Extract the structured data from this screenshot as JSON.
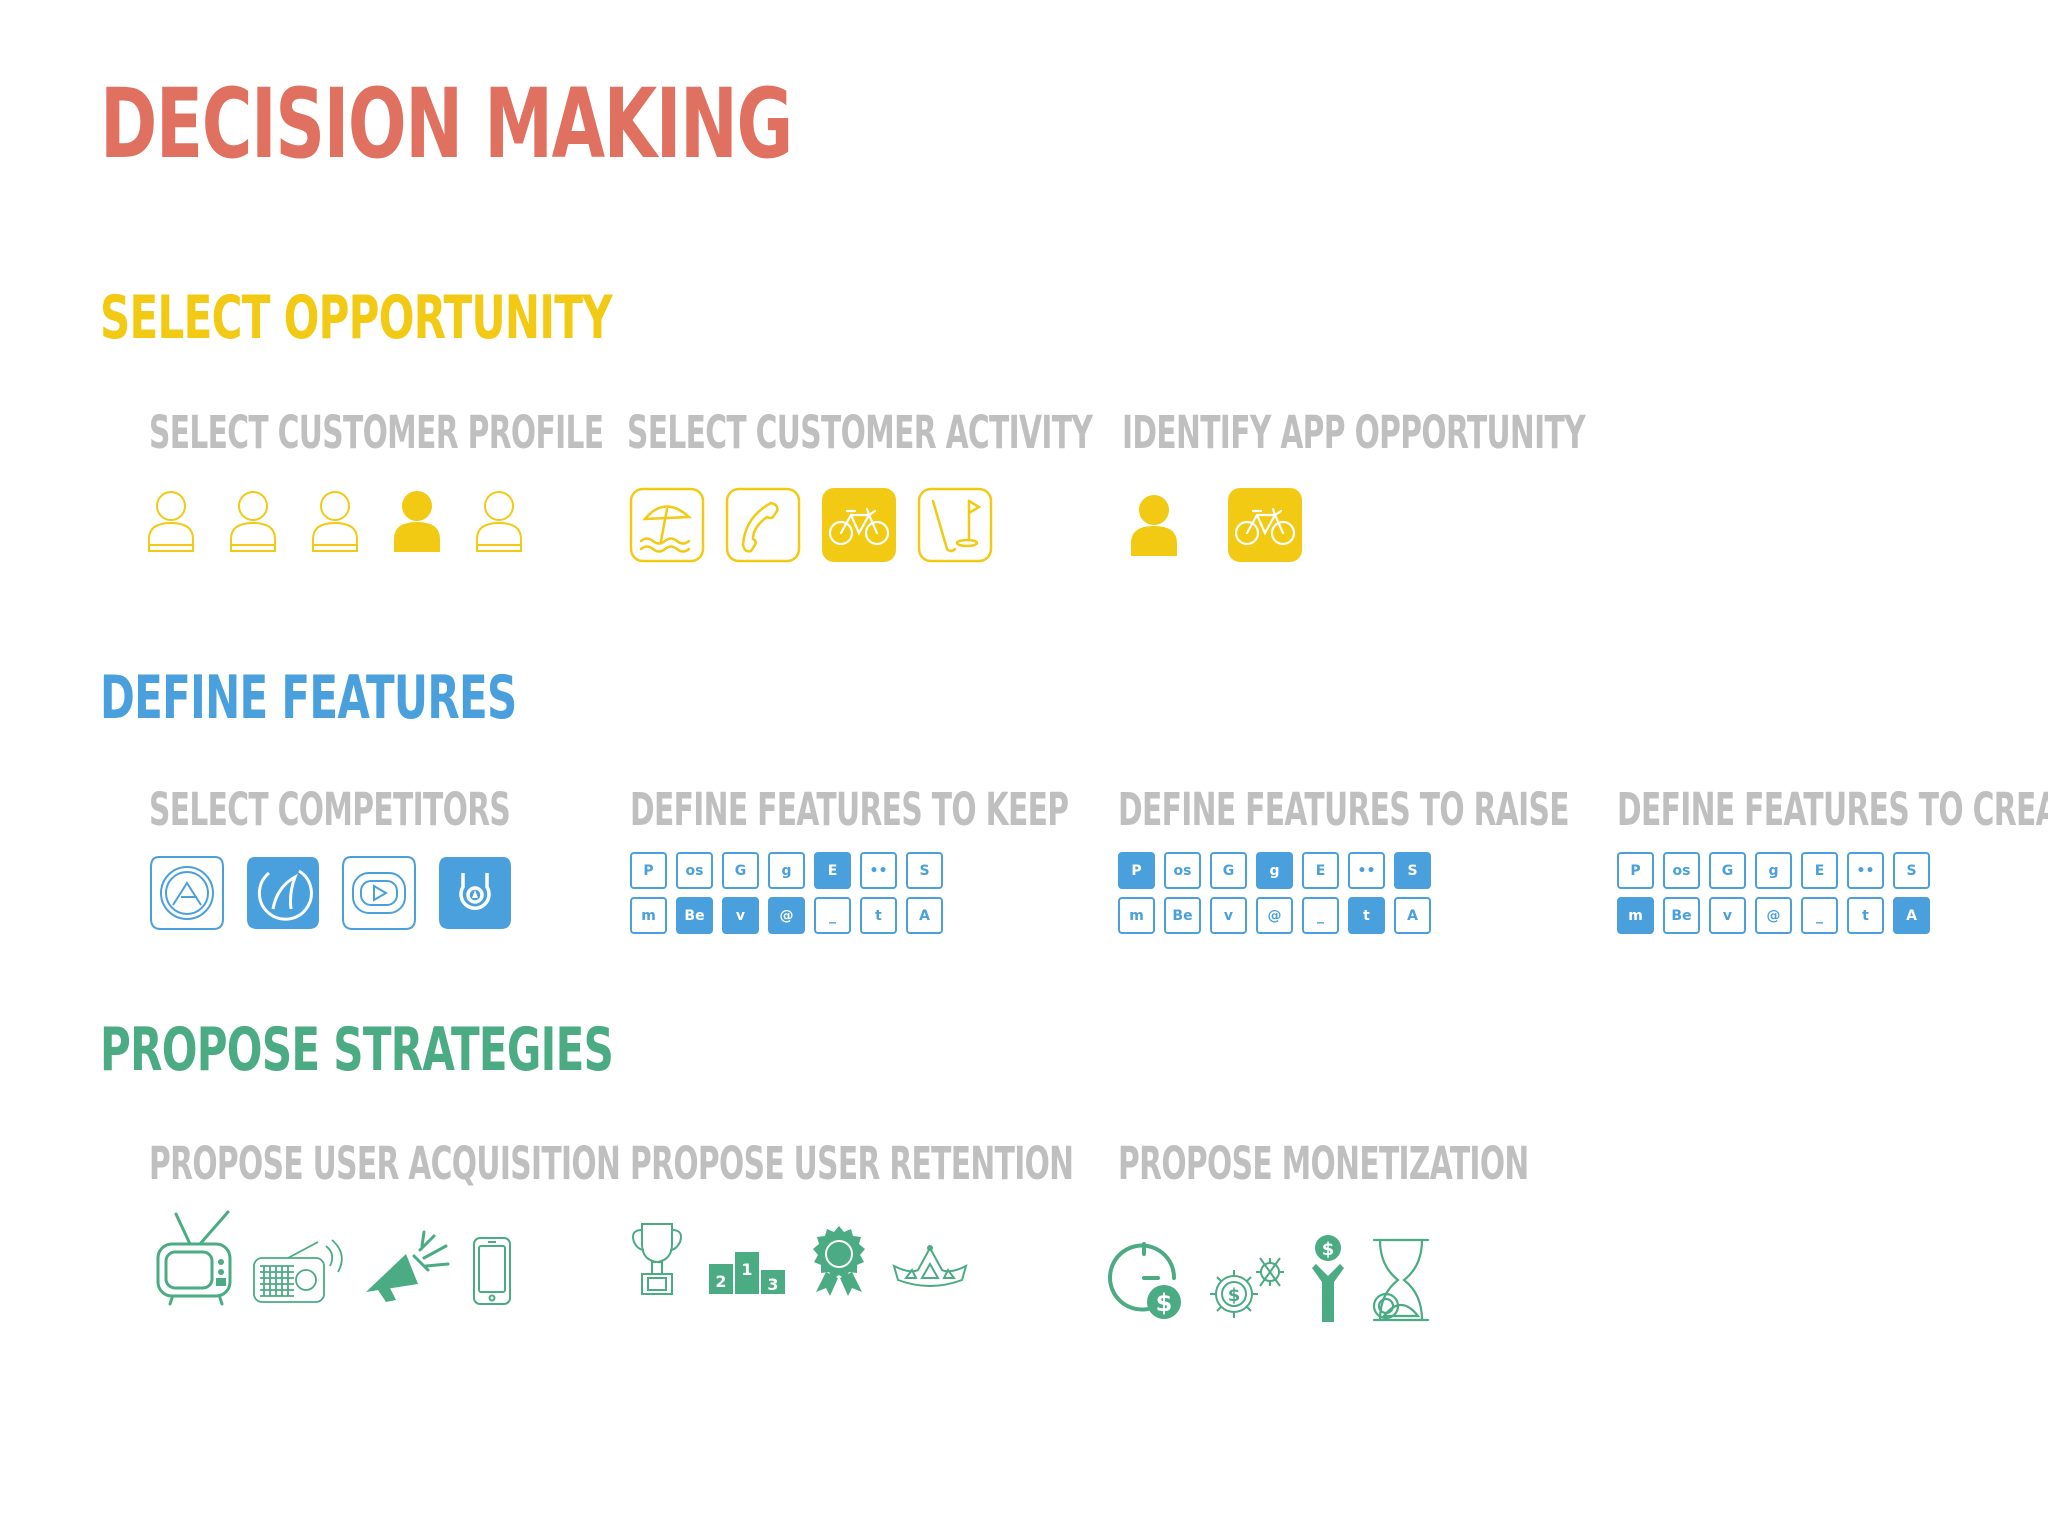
{
  "title": "DECISION MAKING",
  "colors": {
    "title": "#e0705f",
    "opportunity": "#f2c913",
    "features": "#4aa0dc",
    "strategies": "#4bab82",
    "subheading": "#bfbfbf"
  },
  "sections": {
    "opportunity": {
      "heading": "SELECT OPPORTUNITY",
      "groups": [
        {
          "label": "SELECT CUSTOMER PROFILE",
          "icons": [
            "person-outline-icon",
            "person-outline-icon",
            "person-outline-icon",
            "person-filled-icon",
            "person-outline-icon"
          ],
          "selected_index": 3
        },
        {
          "label": "SELECT CUSTOMER ACTIVITY",
          "icons": [
            "beach-umbrella-icon",
            "phone-icon",
            "bicycle-icon",
            "golf-icon"
          ],
          "selected_index": 2
        },
        {
          "label": "IDENTIFY APP OPPORTUNITY",
          "icons": [
            "person-filled-icon",
            "bicycle-icon"
          ]
        }
      ]
    },
    "features": {
      "heading": "DEFINE FEATURES",
      "groups": [
        {
          "label": "SELECT COMPETITORS",
          "icons": [
            "competitor-1-icon",
            "competitor-2-icon",
            "competitor-3-icon",
            "competitor-4-icon"
          ],
          "selected": [
            false,
            true,
            false,
            true
          ]
        },
        {
          "label": "DEFINE FEATURES TO KEEP",
          "tiles": [
            {
              "icon": "pinterest-icon",
              "glyph": "P",
              "on": false
            },
            {
              "icon": "lastfm-icon",
              "glyph": "os",
              "on": false
            },
            {
              "icon": "google-icon",
              "glyph": "G",
              "on": false
            },
            {
              "icon": "google-plus-icon",
              "glyph": "g",
              "on": false
            },
            {
              "icon": "evernote-icon",
              "glyph": "E",
              "on": true
            },
            {
              "icon": "flickr-icon",
              "glyph": "••",
              "on": false
            },
            {
              "icon": "skype-icon",
              "glyph": "S",
              "on": false
            },
            {
              "icon": "myspace-icon",
              "glyph": "m",
              "on": false
            },
            {
              "icon": "behance-icon",
              "glyph": "Be",
              "on": true
            },
            {
              "icon": "vimeo-icon",
              "glyph": "v",
              "on": true
            },
            {
              "icon": "stumbleupon-icon",
              "glyph": "@",
              "on": true
            },
            {
              "icon": "delicious-icon",
              "glyph": "_",
              "on": false
            },
            {
              "icon": "tumblr-icon",
              "glyph": "t",
              "on": false
            },
            {
              "icon": "forrst-icon",
              "glyph": "A",
              "on": false
            }
          ]
        },
        {
          "label": "DEFINE FEATURES TO RAISE",
          "tiles": [
            {
              "icon": "pinterest-icon",
              "glyph": "P",
              "on": true
            },
            {
              "icon": "lastfm-icon",
              "glyph": "os",
              "on": false
            },
            {
              "icon": "google-icon",
              "glyph": "G",
              "on": false
            },
            {
              "icon": "google-plus-icon",
              "glyph": "g",
              "on": true
            },
            {
              "icon": "evernote-icon",
              "glyph": "E",
              "on": false
            },
            {
              "icon": "flickr-icon",
              "glyph": "••",
              "on": false
            },
            {
              "icon": "skype-icon",
              "glyph": "S",
              "on": true
            },
            {
              "icon": "myspace-icon",
              "glyph": "m",
              "on": false
            },
            {
              "icon": "behance-icon",
              "glyph": "Be",
              "on": false
            },
            {
              "icon": "vimeo-icon",
              "glyph": "v",
              "on": false
            },
            {
              "icon": "stumbleupon-icon",
              "glyph": "@",
              "on": false
            },
            {
              "icon": "delicious-icon",
              "glyph": "_",
              "on": false
            },
            {
              "icon": "tumblr-icon",
              "glyph": "t",
              "on": true
            },
            {
              "icon": "forrst-icon",
              "glyph": "A",
              "on": false
            }
          ]
        },
        {
          "label": "DEFINE FEATURES TO CREATE",
          "tiles": [
            {
              "icon": "pinterest-icon",
              "glyph": "P",
              "on": false
            },
            {
              "icon": "lastfm-icon",
              "glyph": "os",
              "on": false
            },
            {
              "icon": "google-icon",
              "glyph": "G",
              "on": false
            },
            {
              "icon": "google-plus-icon",
              "glyph": "g",
              "on": false
            },
            {
              "icon": "evernote-icon",
              "glyph": "E",
              "on": false
            },
            {
              "icon": "flickr-icon",
              "glyph": "••",
              "on": false
            },
            {
              "icon": "skype-icon",
              "glyph": "S",
              "on": false
            },
            {
              "icon": "myspace-icon",
              "glyph": "m",
              "on": true
            },
            {
              "icon": "behance-icon",
              "glyph": "Be",
              "on": false
            },
            {
              "icon": "vimeo-icon",
              "glyph": "v",
              "on": false
            },
            {
              "icon": "stumbleupon-icon",
              "glyph": "@",
              "on": false
            },
            {
              "icon": "delicious-icon",
              "glyph": "_",
              "on": false
            },
            {
              "icon": "tumblr-icon",
              "glyph": "t",
              "on": false
            },
            {
              "icon": "forrst-icon",
              "glyph": "A",
              "on": true
            }
          ]
        }
      ]
    },
    "strategies": {
      "heading": "PROPOSE STRATEGIES",
      "groups": [
        {
          "label": "PROPOSE USER ACQUISITION",
          "icons": [
            "tv-icon",
            "radio-icon",
            "megaphone-icon",
            "mobile-phone-icon"
          ]
        },
        {
          "label": "PROPOSE USER RETENTION",
          "icons": [
            "trophy-icon",
            "podium-icon",
            "award-ribbon-icon",
            "crown-icon"
          ],
          "podium": [
            "2",
            "1",
            "3"
          ]
        },
        {
          "label": "PROPOSE MONETIZATION",
          "icons": [
            "clock-dollar-icon",
            "gear-dollar-icon",
            "person-dollar-icon",
            "hourglass-icon"
          ],
          "dollar": "$"
        }
      ]
    }
  }
}
